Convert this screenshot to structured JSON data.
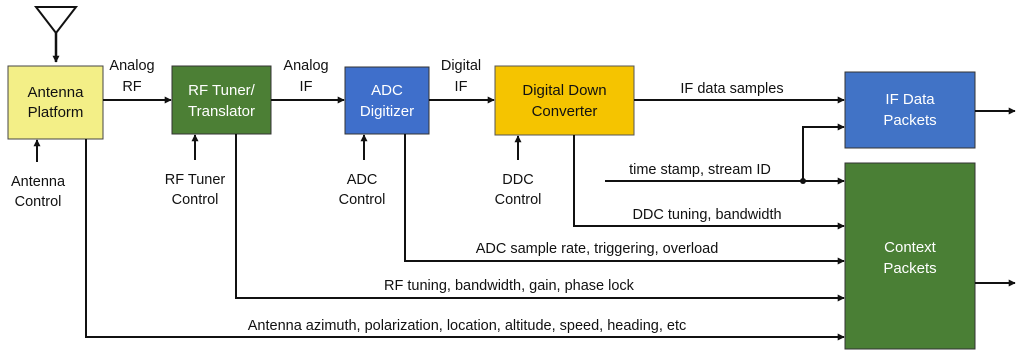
{
  "blocks": {
    "antenna_platform": {
      "line1": "Antenna",
      "line2": "Platform",
      "fill": "#f3ef87",
      "text_color": "#111111"
    },
    "rf_tuner": {
      "line1": "RF Tuner/",
      "line2": "Translator",
      "fill": "#4c7f35",
      "text_color": "#ffffff"
    },
    "adc_digitizer": {
      "line1": "ADC",
      "line2": "Digitizer",
      "fill": "#3f6fcb",
      "text_color": "#ffffff"
    },
    "ddc": {
      "line1": "Digital Down",
      "line2": "Converter",
      "fill": "#f5c400",
      "text_color": "#111111"
    },
    "if_packets": {
      "line1": "IF Data",
      "line2": "Packets",
      "fill": "#4173c6",
      "text_color": "#ffffff"
    },
    "context_packets": {
      "line1": "Context",
      "line2": "Packets",
      "fill": "#4a7f35",
      "text_color": "#ffffff"
    }
  },
  "signals": {
    "analog_rf": {
      "line1": "Analog",
      "line2": "RF"
    },
    "analog_if": {
      "line1": "Analog",
      "line2": "IF"
    },
    "digital_if": {
      "line1": "Digital",
      "line2": "IF"
    },
    "if_data_samples": "IF data samples",
    "timestamp_stream_id": "time stamp, stream ID",
    "ddc_tuning": "DDC tuning, bandwidth",
    "adc_sample_rate": "ADC sample rate, triggering, overload",
    "rf_tuning": "RF tuning, bandwidth, gain, phase lock",
    "antenna_azimuth": "Antenna azimuth, polarization, location, altitude, speed, heading, etc"
  },
  "controls": {
    "antenna": {
      "line1": "Antenna",
      "line2": "Control"
    },
    "rf_tuner": {
      "line1": "RF Tuner",
      "line2": "Control"
    },
    "adc": {
      "line1": "ADC",
      "line2": "Control"
    },
    "ddc": {
      "line1": "DDC",
      "line2": "Control"
    }
  }
}
